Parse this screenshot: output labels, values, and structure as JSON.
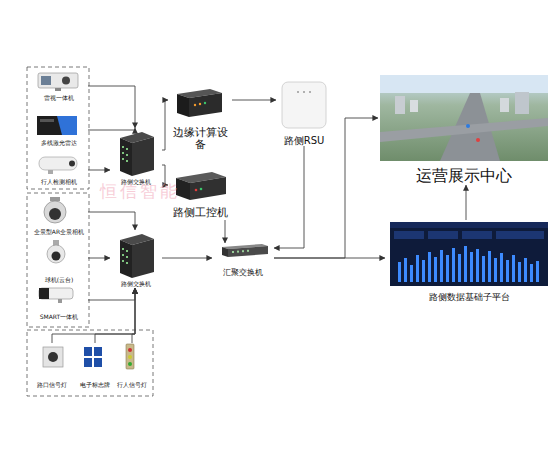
{
  "diagram": {
    "nodes": [
      {
        "text": [
          "雷视一体机"
        ]
      },
      {
        "text": [
          "多线激光雷达"
        ]
      },
      {
        "text": [
          "行人检测相机"
        ]
      },
      {
        "text": [
          "路侧交换机"
        ]
      },
      {
        "text": [
          "边缘计算设备"
        ]
      },
      {
        "text": [
          "路侧RSU"
        ]
      },
      {
        "text": [
          "运营展示中心"
        ]
      },
      {
        "text": [
          "路侧工控机"
        ]
      },
      {
        "text": [
          "全景型AR全景相机"
        ]
      },
      {
        "text": [
          "球机(云台)"
        ]
      },
      {
        "text": [
          "SMART一体机"
        ]
      },
      {
        "text": [
          "路侧交换机"
        ]
      },
      {
        "text": [
          "汇聚交换机"
        ]
      },
      {
        "text": [
          "路侧数据基础子平台"
        ]
      },
      {
        "text": [
          "路口信号灯"
        ]
      },
      {
        "text": [
          "电子标志牌"
        ]
      },
      {
        "text": [
          "行人信号灯"
        ]
      }
    ],
    "edges": [
      {
        "from": 0,
        "to": 3,
        "arrow": "to"
      },
      {
        "from": 1,
        "to": 3,
        "arrow": "to"
      },
      {
        "from": 2,
        "to": 3,
        "arrow": "to"
      },
      {
        "from": 3,
        "to": 4,
        "arrow": "to"
      },
      {
        "from": 3,
        "to": 7,
        "arrow": "to"
      },
      {
        "from": 4,
        "to": 5,
        "arrow": "to"
      },
      {
        "from": 7,
        "to": 12,
        "arrow": "to"
      },
      {
        "from": 5,
        "to": 12,
        "arrow": "to"
      },
      {
        "from": 11,
        "to": 12,
        "arrow": "to"
      },
      {
        "from": 12,
        "to": 6,
        "arrow": "to"
      },
      {
        "from": 12,
        "to": 13,
        "arrow": "to"
      },
      {
        "from": 13,
        "to": 6,
        "arrow": "to"
      },
      {
        "from": 8,
        "to": 11,
        "arrow": "to"
      },
      {
        "from": 9,
        "to": 11,
        "arrow": "to"
      },
      {
        "from": 10,
        "to": 11,
        "arrow": "to"
      },
      {
        "from": 14,
        "to": 11,
        "arrow": "to"
      },
      {
        "from": 15,
        "to": 11,
        "arrow": "to"
      },
      {
        "from": 16,
        "to": 11,
        "arrow": "to"
      }
    ],
    "labels": [
      "恒信智能"
    ]
  }
}
